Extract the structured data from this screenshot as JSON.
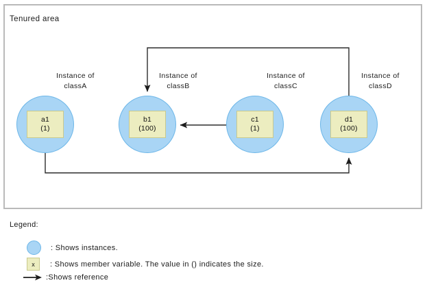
{
  "area": {
    "title": "Tenured area"
  },
  "nodes": [
    {
      "id": "a1",
      "caption_line1": "Instance of",
      "caption_line2": "classA",
      "member_name": "a1",
      "member_size": "(1)"
    },
    {
      "id": "b1",
      "caption_line1": "Instance of",
      "caption_line2": "classB",
      "member_name": "b1",
      "member_size": "(100)"
    },
    {
      "id": "c1",
      "caption_line1": "Instance of",
      "caption_line2": "classC",
      "member_name": "c1",
      "member_size": "(1)"
    },
    {
      "id": "d1",
      "caption_line1": "Instance of",
      "caption_line2": "classD",
      "member_name": "d1",
      "member_size": "(100)"
    }
  ],
  "references": [
    {
      "from": "d1",
      "to": "b1",
      "route": "top"
    },
    {
      "from": "c1",
      "to": "b1",
      "route": "direct"
    },
    {
      "from": "a1",
      "to": "d1",
      "route": "bottom"
    }
  ],
  "legend": {
    "title": "Legend:",
    "items": [
      {
        "icon": "instance-circle-icon",
        "text": ": Shows  instances."
      },
      {
        "icon": "member-variable-square-icon",
        "glyph": "x",
        "text": ": Shows  member variable. The value in ()  indicates  the  size."
      },
      {
        "icon": "reference-arrow-icon",
        "text": ":Shows  reference"
      }
    ]
  },
  "colors": {
    "instance_fill": "#a9d5f5",
    "instance_stroke": "#6cb6e8",
    "member_fill": "#ecedc0",
    "member_stroke": "#c9c98c",
    "area_border": "#b9b9b9",
    "wire": "#2b2b2b",
    "text": "#1a1a1a"
  }
}
